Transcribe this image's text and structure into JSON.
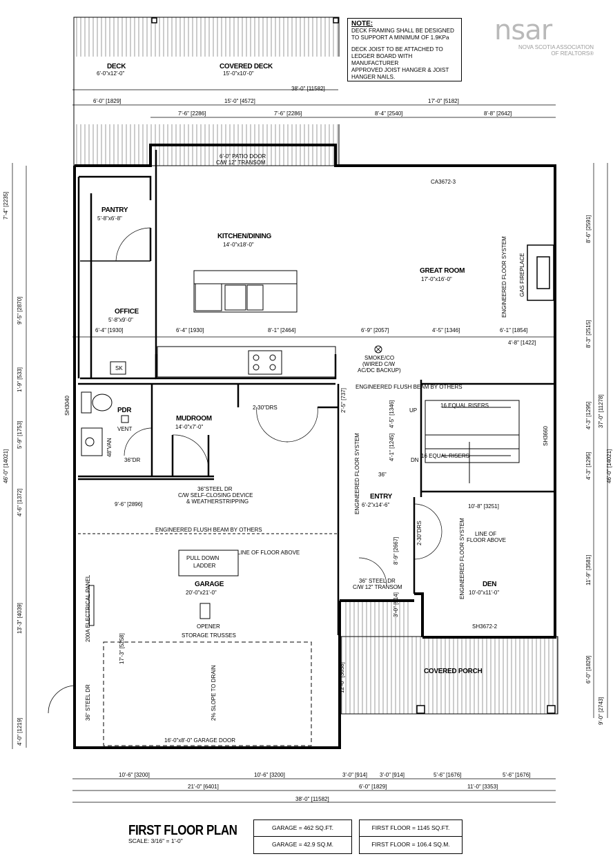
{
  "note": {
    "title": "NOTE:",
    "lines": [
      "DECK FRAMING SHALL BE DESIGNED",
      "TO SUPPORT A MINIMUM OF 1.9KPa",
      "DECK JOIST TO BE ATTACHED TO",
      "LEDGER BOARD WITH MANUFACTURER",
      "APPROVED JOIST HANGER & JOIST",
      "HANGER NAILS."
    ]
  },
  "logo": {
    "word": "nsar",
    "line1": "NOVA SCOTIA ASSOCIATION",
    "line2": "OF REALTORS®"
  },
  "rooms": {
    "deck": {
      "name": "DECK",
      "size": "6'-0\"x12'-0\""
    },
    "covered_deck": {
      "name": "COVERED DECK",
      "size": "15'-0\"x10'-0\""
    },
    "pantry": {
      "name": "PANTRY",
      "size": "5'-8\"x6'-8\""
    },
    "kitchen": {
      "name": "KITCHEN/DINING",
      "size": "14'-0\"x18'-0\""
    },
    "great_room": {
      "name": "GREAT ROOM",
      "size": "17'-0\"x16'-0\""
    },
    "office": {
      "name": "OFFICE",
      "size": "5'-8\"x9'-0\""
    },
    "pdr": {
      "name": "PDR",
      "vent": "VENT"
    },
    "mudroom": {
      "name": "MUDROOM",
      "size": "14'-0\"x7'-0\""
    },
    "entry": {
      "name": "ENTRY",
      "size": "6'-2\"x14'-6\""
    },
    "garage": {
      "name": "GARAGE",
      "size": "20'-0\"x21'-0\""
    },
    "den": {
      "name": "DEN",
      "size": "10'-0\"x11'-0\""
    },
    "covered_porch": {
      "name": "COVERED PORCH"
    }
  },
  "labels": {
    "patio_door_1": "6'-0\" PATIO DOOR",
    "patio_door_2": "C/W 12\" TRANSOM",
    "ca3672": "CA3672-3",
    "eng_floor_great": "ENGINEERED FLOOR SYSTEM",
    "gas_fireplace": "GAS FIREPLACE",
    "smoke_1": "SMOKE/CO",
    "smoke_2": "(WIRED C/W",
    "smoke_3": "AC/DC BACKUP)",
    "beam_upper": "ENGINEERED FLUSH BEAM BY OTHERS",
    "risers_up": "16  EQUAL RISERS",
    "risers_dn": "16  EQUAL RISERS",
    "up": "UP",
    "dn": "DN",
    "sh3660": "SH3660",
    "sh3040": "SH3040",
    "drs_2_30": "2-30\"DRS",
    "van_48": "48\"VAN",
    "dr_36": "36\"DR",
    "sk": "SK",
    "steel_dr_1": "36\"STEEL DR",
    "steel_dr_2": "C/W SELF-CLOSING DEVICE",
    "steel_dr_3": "& WEATHERSTRIPPING",
    "eng_floor_entry": "ENGINEERED FLOOR SYSTEM",
    "beam_lower": "ENGINEERED FLUSH BEAM BY OTHERS",
    "line_of_floor_garage": "LINE OF FLOOR ABOVE",
    "pull_down_1": "PULL DOWN",
    "pull_down_2": "LADDER",
    "opener": "OPENER",
    "storage_trusses": "STORAGE TRUSSES",
    "slope": "2% SLOPE TO DRAIN",
    "panel": "200A ELECTRICAL PANEL",
    "steel_dr_side": "36\" STEEL DR",
    "garage_door": "16'-0\"x8'-0\" GARAGE DOOR",
    "drs_den": "2-30\"DRS",
    "line_of_floor_den_1": "LINE OF",
    "line_of_floor_den_2": "FLOOR ABOVE",
    "eng_floor_den": "ENGINEERED FLOOR SYSTEM",
    "front_dr_1": "36\" STEEL DR",
    "front_dr_2": "C/W 12\" TRANSOM",
    "sh3672": "SH3672-2",
    "d_36_stair": "36\""
  },
  "dims": {
    "top_38": "38'-0\" [11582]",
    "top_6": "6'-0\" [1829]",
    "top_15": "15'-0\" [4572]",
    "top_17": "17'-0\" [5182]",
    "top_76a": "7'-6\" [2286]",
    "top_76b": "7'-6\" [2286]",
    "top_84": "8'-4\" [2540]",
    "top_88": "8'-8\" [2642]",
    "mid_64a": "6'-4\" [1930]",
    "mid_64b": "6'-4\" [1930]",
    "mid_81": "8'-1\" [2464]",
    "mid_69": "6'-9\" [2057]",
    "mid_45": "4'-5\" [1346]",
    "mid_61": "6'-1\" [1854]",
    "mid_48": "4'-8\" [1422]",
    "d_25": "2'-5\" [737]",
    "d_45s": "4'-5\" [1346]",
    "d_41": "4'-1\" [1245]",
    "d_96": "9'-6\" [2896]",
    "d_108": "10'-8\" [3251]",
    "d_89": "8'-9\" [2667]",
    "d_30": "3'-0\" [914]",
    "d_173": "17'-3\" [5258]",
    "d_120": "12'-0\" [3658]",
    "left_74": "7'-4\" [2235]",
    "left_95": "9'-5\" [2870]",
    "left_19": "1'-9\" [533]",
    "left_59": "5'-9\" [1753]",
    "left_46": "4'-6\" [1372]",
    "left_133": "13'-3\" [4039]",
    "left_40": "4'-0\" [1219]",
    "left_460": "46'-0\" [14021]",
    "right_86": "8'-6\" [2591]",
    "right_83": "8'-3\" [2515]",
    "right_43a": "4'-3\" [1295]",
    "right_43b": "4'-3\" [1295]",
    "right_119": "11'-9\" [3581]",
    "right_60": "6'-0\" [1829]",
    "right_90": "9'-0\" [2743]",
    "right_37": "37'-0\" [11278]",
    "right_46": "46'-0\" [14021]",
    "bot_106a": "10'-6\" [3200]",
    "bot_106b": "10'-6\" [3200]",
    "bot_30a": "3'-0\" [914]",
    "bot_30b": "3'-0\" [914]",
    "bot_56a": "5'-6\" [1676]",
    "bot_56b": "5'-6\" [1676]",
    "bot_21": "21'-0\" [6401]",
    "bot_6": "6'-0\" [1829]",
    "bot_11": "11'-0\" [3353]",
    "bot_38": "38'-0\" [11582]"
  },
  "title": {
    "main": "FIRST FLOOR PLAN",
    "scale": "SCALE: 3/16\" = 1'-0\""
  },
  "areas": {
    "garage_sqft": "GARAGE  =  462  SQ.FT.",
    "garage_sqm": "GARAGE  =  42.9  SQ.M.",
    "first_sqft": "FIRST FLOOR  =  1145  SQ.FT.",
    "first_sqm": "FIRST FLOOR  =  106.4  SQ.M."
  }
}
